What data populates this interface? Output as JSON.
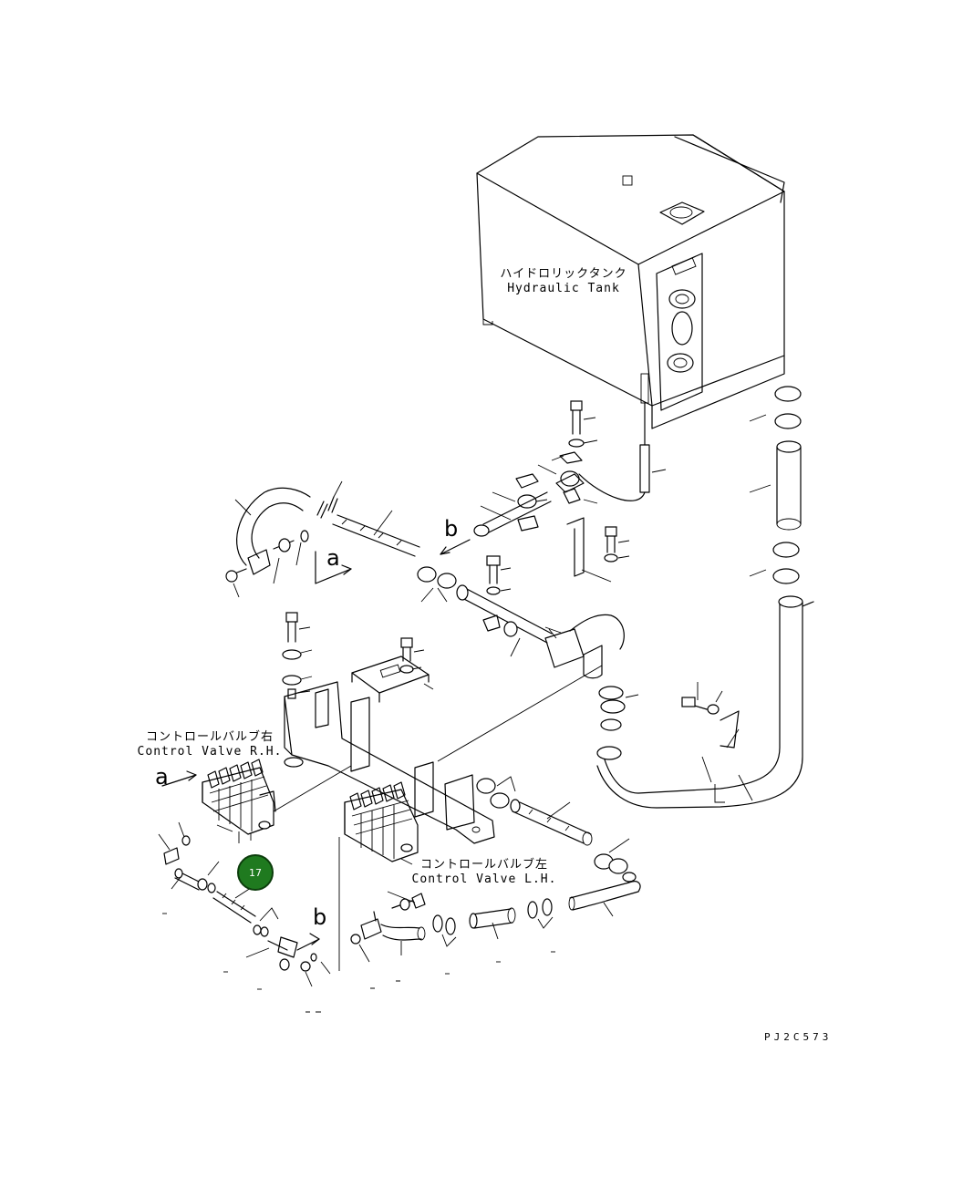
{
  "labels": {
    "tank_jp": "ハイドロリックタンク",
    "tank_en": "Hydraulic Tank",
    "valve_rh_jp": "コントロールバルブ右",
    "valve_rh_en": "Control Valve R.H.",
    "valve_lh_jp": "コントロールバルブ左",
    "valve_lh_en": "Control Valve L.H."
  },
  "view_markers": {
    "a": "a",
    "b": "b"
  },
  "callout": {
    "number": "17",
    "color": "#1f7a1f"
  },
  "drawing_code": "PJ2C573"
}
